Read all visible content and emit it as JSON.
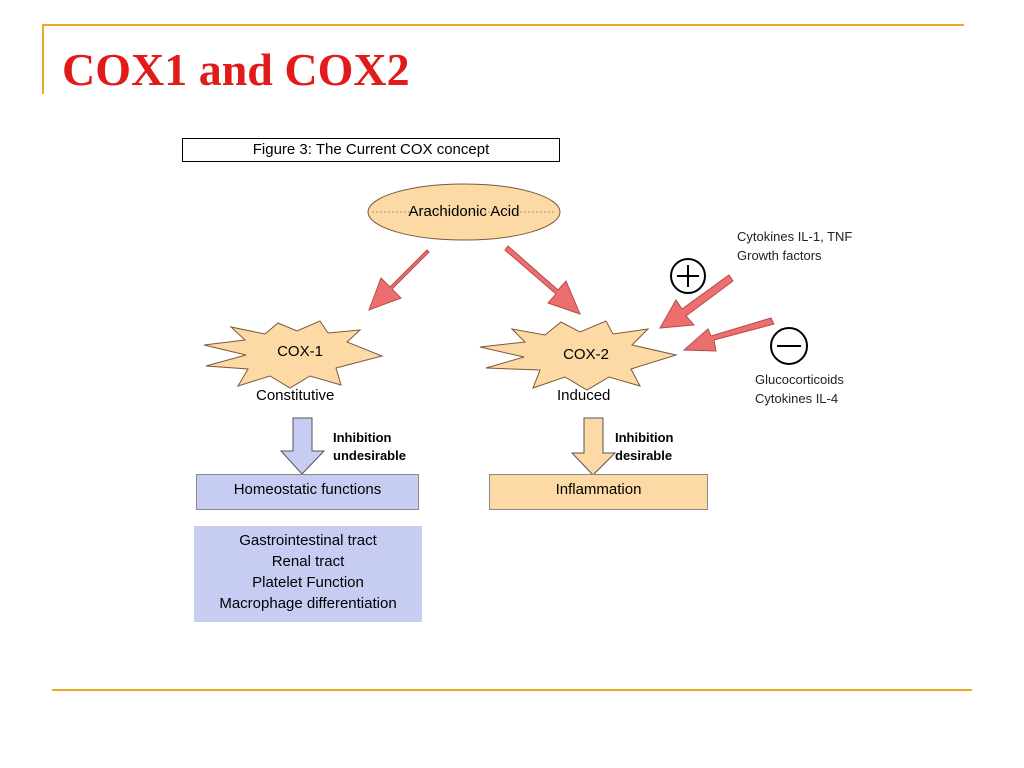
{
  "slide": {
    "title": "COX1 and COX2",
    "colors": {
      "title": "#e11a1a",
      "accent_line": "#e8a82a",
      "nodes": "#fcd9a5",
      "node_outline": "#7a5a3a",
      "arrows": "#ec6f6f",
      "arrows_dark": "#b94a4a",
      "cox1_branch": "#c7cdf2",
      "cox2_branch": "#fcd9a5"
    }
  },
  "figure": {
    "caption": "Figure 3: The Current COX concept",
    "substrate": "Arachidonic Acid",
    "cox1": {
      "label": "COX-1",
      "type": "Constitutive",
      "inhibition_note": "Inhibition undesirable",
      "outcome": "Homeostatic functions",
      "functions": [
        "Gastrointestinal tract",
        "Renal tract",
        "Platelet Function",
        "Macrophage differentiation"
      ]
    },
    "cox2": {
      "label": "COX-2",
      "type": "Induced",
      "inhibition_note": "Inhibition desirable",
      "outcome": "Inflammation"
    },
    "inducers": {
      "symbol": "plus-sign",
      "text": "Cytokines IL-1, TNF Growth factors"
    },
    "suppressors": {
      "symbol": "minus-sign",
      "text": "Glucocorticoids Cytokines IL-4"
    }
  }
}
